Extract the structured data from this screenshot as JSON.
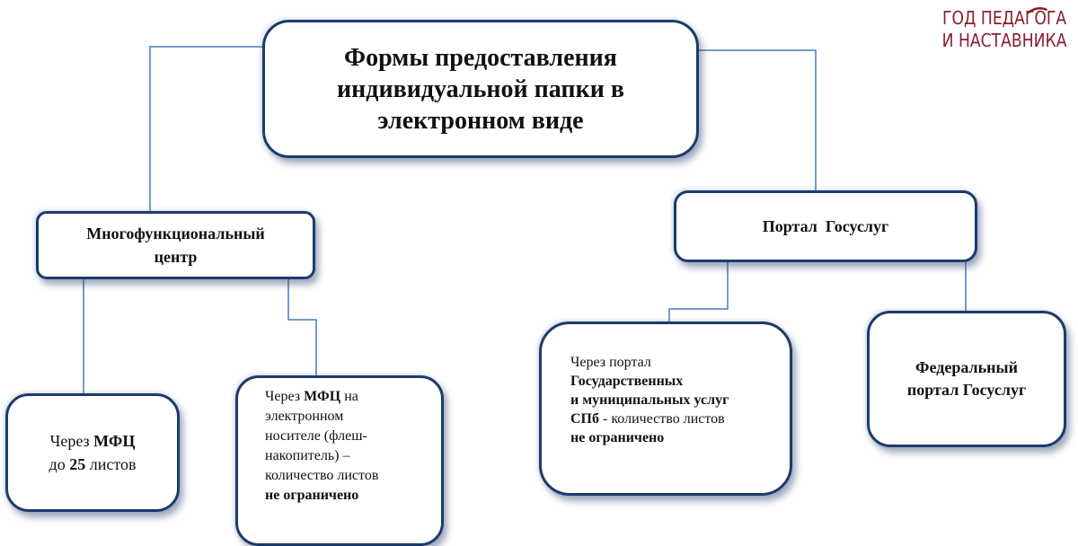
{
  "logo": {
    "line1": "ГОД ПЕДАГОГА",
    "line2": "И НАСТАВНИКА",
    "color": "#8b1e2f"
  },
  "diagram": {
    "title": [
      "Формы предоставления",
      "индивидуальной папки в",
      "электронном виде"
    ],
    "left_branch": {
      "label": [
        "Многофункциональный",
        "центр"
      ],
      "option_a": {
        "line1": {
          "plain": "Через ",
          "bold": "МФЦ"
        },
        "line2": {
          "plain_pre": "до ",
          "bold": "25",
          "plain_post": " листов"
        }
      },
      "option_b": {
        "line1": {
          "plain": "Через ",
          "bold": "МФЦ",
          "plain_post": " на"
        },
        "lines": [
          "электронном",
          "носителе (флеш-",
          "накопитель) –",
          "количество листов"
        ],
        "last_bold": "не ограничено"
      }
    },
    "right_branch": {
      "label": "Портал  Госуслуг",
      "option_a": {
        "line1": "Через портал",
        "bold_lines": [
          "Государственных",
          "и муниципальных услуг"
        ],
        "line4": {
          "bold": "СПб",
          "plain": " - количество листов"
        },
        "last_bold": "не ограничено"
      },
      "option_b": {
        "lines": [
          "Федеральный",
          "портал Госуслуг"
        ]
      }
    },
    "colors": {
      "connector": "#4a78b8",
      "box_border": "#1d3a6b"
    }
  }
}
